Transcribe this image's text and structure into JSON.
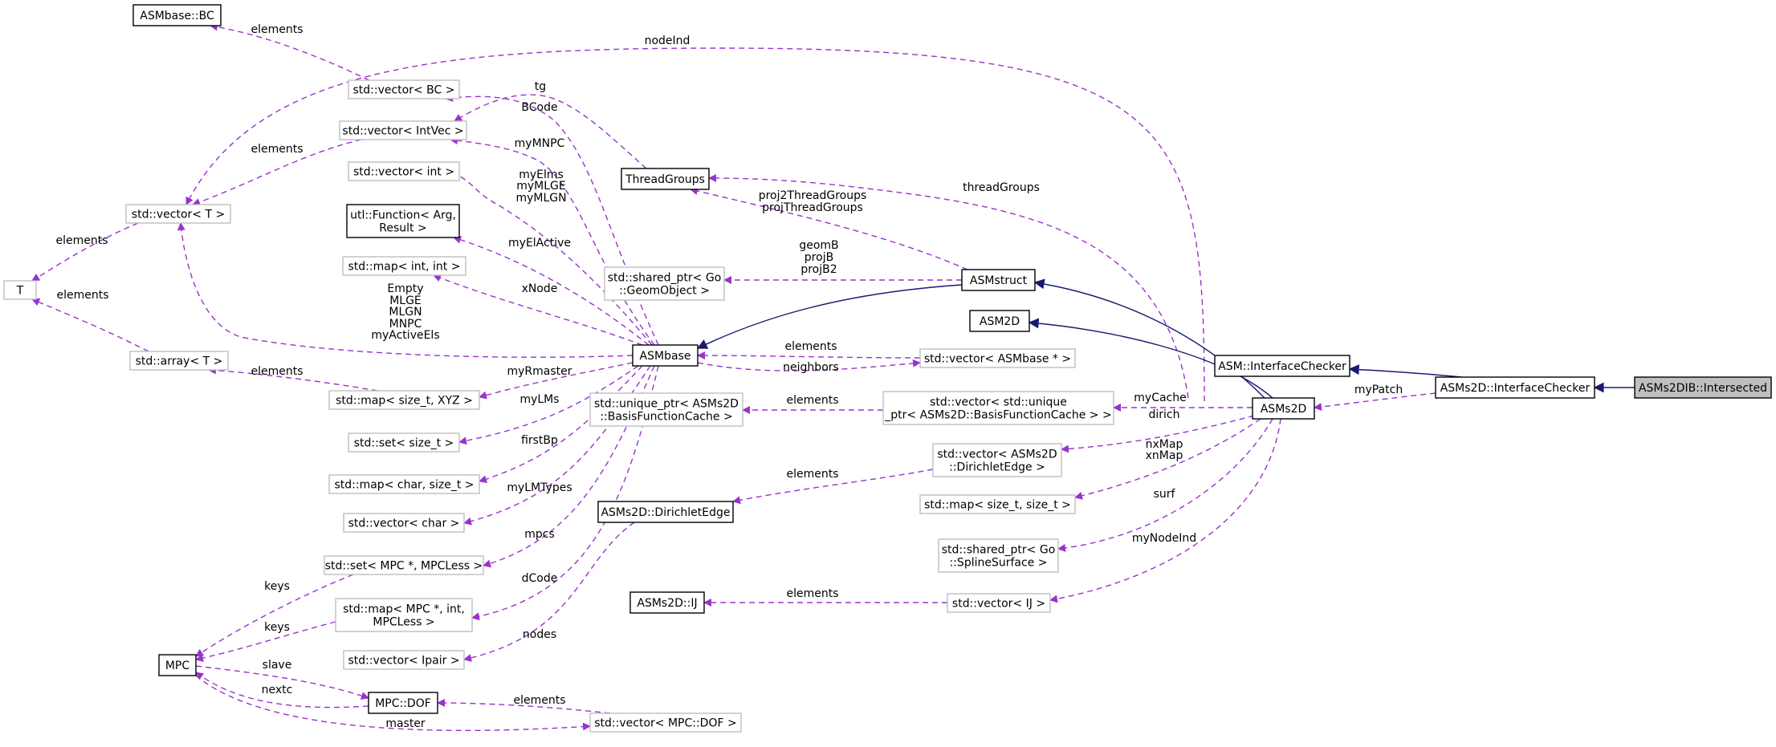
{
  "diagram": {
    "nodes": [
      {
        "id": "asmbase_bc",
        "label": [
          "ASMbase::BC"
        ],
        "style": "strong"
      },
      {
        "id": "vec_bc",
        "label": [
          "std::vector< BC >"
        ],
        "style": "light"
      },
      {
        "id": "vec_intvec",
        "label": [
          "std::vector< IntVec >"
        ],
        "style": "light"
      },
      {
        "id": "vec_int",
        "label": [
          "std::vector< int >"
        ],
        "style": "light"
      },
      {
        "id": "vec_T",
        "label": [
          "std::vector< T >"
        ],
        "style": "light"
      },
      {
        "id": "utl_function",
        "label": [
          "utl::Function< Arg,",
          "Result >"
        ],
        "style": "strong"
      },
      {
        "id": "map_int_int",
        "label": [
          "std::map< int, int >"
        ],
        "style": "light"
      },
      {
        "id": "T",
        "label": [
          "T"
        ],
        "style": "light"
      },
      {
        "id": "array_T",
        "label": [
          "std::array< T >"
        ],
        "style": "light"
      },
      {
        "id": "map_sizet_xyz",
        "label": [
          "std::map< size_t, XYZ >"
        ],
        "style": "light"
      },
      {
        "id": "set_sizet",
        "label": [
          "std::set< size_t >"
        ],
        "style": "light"
      },
      {
        "id": "map_char_sizet",
        "label": [
          "std::map< char, size_t >"
        ],
        "style": "light"
      },
      {
        "id": "vec_char",
        "label": [
          "std::vector< char >"
        ],
        "style": "light"
      },
      {
        "id": "set_mpc",
        "label": [
          "std::set< MPC *, MPCLess >"
        ],
        "style": "light"
      },
      {
        "id": "map_mpc_int",
        "label": [
          "std::map< MPC *, int,",
          "MPCLess >"
        ],
        "style": "light"
      },
      {
        "id": "vec_ipair",
        "label": [
          "std::vector< Ipair >"
        ],
        "style": "light"
      },
      {
        "id": "MPC",
        "label": [
          "MPC"
        ],
        "style": "strong"
      },
      {
        "id": "mpc_dof",
        "label": [
          "MPC::DOF"
        ],
        "style": "strong"
      },
      {
        "id": "vec_mpc_dof",
        "label": [
          "std::vector< MPC::DOF >"
        ],
        "style": "light"
      },
      {
        "id": "threadgroups",
        "label": [
          "ThreadGroups"
        ],
        "style": "strong"
      },
      {
        "id": "sp_geomobject",
        "label": [
          "std::shared_ptr< Go",
          "::GeomObject >"
        ],
        "style": "light"
      },
      {
        "id": "asmstruct",
        "label": [
          "ASMstruct"
        ],
        "style": "strong"
      },
      {
        "id": "asm2d",
        "label": [
          "ASM2D"
        ],
        "style": "strong"
      },
      {
        "id": "asmbase",
        "label": [
          "ASMbase"
        ],
        "style": "strong"
      },
      {
        "id": "vec_asmbase_ptr",
        "label": [
          "std::vector< ASMbase * >"
        ],
        "style": "light"
      },
      {
        "id": "up_bfcache",
        "label": [
          "std::unique_ptr< ASMs2D",
          "::BasisFunctionCache >"
        ],
        "style": "light"
      },
      {
        "id": "vec_up_bfcache",
        "label": [
          "std::vector< std::unique",
          "_ptr< ASMs2D::BasisFunctionCache > >"
        ],
        "style": "light"
      },
      {
        "id": "dirichletedge",
        "label": [
          "ASMs2D::DirichletEdge"
        ],
        "style": "strong"
      },
      {
        "id": "vec_dirichletedge",
        "label": [
          "std::vector< ASMs2D",
          "::DirichletEdge >"
        ],
        "style": "light"
      },
      {
        "id": "map_sizet_sizet",
        "label": [
          "std::map< size_t, size_t >"
        ],
        "style": "light"
      },
      {
        "id": "sp_splinesurface",
        "label": [
          "std::shared_ptr< Go",
          "::SplineSurface >"
        ],
        "style": "light"
      },
      {
        "id": "asms2d_ij",
        "label": [
          "ASMs2D::IJ"
        ],
        "style": "strong"
      },
      {
        "id": "vec_ij",
        "label": [
          "std::vector< IJ >"
        ],
        "style": "light"
      },
      {
        "id": "asm_interfacechecker",
        "label": [
          "ASM::InterfaceChecker"
        ],
        "style": "strong"
      },
      {
        "id": "asms2d",
        "label": [
          "ASMs2D"
        ],
        "style": "strong"
      },
      {
        "id": "asms2d_interfacechecker",
        "label": [
          "ASMs2D::InterfaceChecker"
        ],
        "style": "strong"
      },
      {
        "id": "asms2dib_intersected",
        "label": [
          "ASMs2DIB::Intersected"
        ],
        "style": "hl"
      }
    ],
    "edges": [
      {
        "id": "e_vecbc_asmbasebc",
        "kind": "usage",
        "label": [
          "elements"
        ]
      },
      {
        "id": "e_asms2d_vecT",
        "kind": "usage",
        "label": [
          "nodeInd"
        ]
      },
      {
        "id": "e_threadgroups_vecintvec",
        "kind": "usage",
        "label": [
          "tg"
        ]
      },
      {
        "id": "e_asmbase_vecbc",
        "kind": "usage",
        "label": [
          "BCode"
        ]
      },
      {
        "id": "e_vecintvec_vecT",
        "kind": "usage",
        "label": [
          "elements"
        ]
      },
      {
        "id": "e_asmbase_vecintvec",
        "kind": "usage",
        "label": [
          "myMNPC"
        ]
      },
      {
        "id": "e_asmbase_vecint",
        "kind": "usage",
        "label": [
          "myElms",
          "myMLGE",
          "myMLGN"
        ]
      },
      {
        "id": "e_vecT_T",
        "kind": "usage",
        "label": [
          "elements"
        ]
      },
      {
        "id": "e_asmbase_utlfunction",
        "kind": "usage",
        "label": [
          "myElActive"
        ]
      },
      {
        "id": "e_asmbase_mapintint",
        "kind": "usage",
        "label": [
          "xNode"
        ]
      },
      {
        "id": "e_asmbase_vecT",
        "kind": "usage",
        "label": [
          "Empty",
          "MLGE",
          "MLGN",
          "MNPC",
          "myActiveEls"
        ]
      },
      {
        "id": "e_arrayT_T",
        "kind": "usage",
        "label": [
          "elements"
        ]
      },
      {
        "id": "e_mapsizetxyz_arrayT",
        "kind": "usage",
        "label": [
          "elements"
        ]
      },
      {
        "id": "e_asmbase_mapsizetxyz",
        "kind": "usage",
        "label": [
          "myRmaster"
        ]
      },
      {
        "id": "e_asmbase_setsizet",
        "kind": "usage",
        "label": [
          "myLMs"
        ]
      },
      {
        "id": "e_asmbase_mapcharsizet",
        "kind": "usage",
        "label": [
          "firstBp"
        ]
      },
      {
        "id": "e_asmbase_vecchar",
        "kind": "usage",
        "label": [
          "myLMTypes"
        ]
      },
      {
        "id": "e_asmbase_setmpc",
        "kind": "usage",
        "label": [
          "mpcs"
        ]
      },
      {
        "id": "e_asmbase_mapmpcint",
        "kind": "usage",
        "label": [
          "dCode"
        ]
      },
      {
        "id": "e_setmpc_MPC",
        "kind": "usage",
        "label": [
          "keys"
        ]
      },
      {
        "id": "e_mapmpcint_MPC",
        "kind": "usage",
        "label": [
          "keys"
        ]
      },
      {
        "id": "e_dirichletedge_vecipair",
        "kind": "usage",
        "label": [
          "nodes"
        ]
      },
      {
        "id": "e_MPC_mpcdof",
        "kind": "usage",
        "label": [
          "slave"
        ]
      },
      {
        "id": "e_mpcdof_MPC",
        "kind": "usage",
        "label": [
          "nextc"
        ]
      },
      {
        "id": "e_vecmpcdof_mpcdof",
        "kind": "usage",
        "label": [
          "elements"
        ]
      },
      {
        "id": "e_MPC_vecmpcdof",
        "kind": "usage",
        "label": [
          "master"
        ]
      },
      {
        "id": "e_asms2d_threadgroups",
        "kind": "usage",
        "label": [
          "threadGroups"
        ]
      },
      {
        "id": "e_asmstruct_threadgroups",
        "kind": "usage",
        "label": [
          "proj2ThreadGroups",
          "projThreadGroups"
        ]
      },
      {
        "id": "e_asmstruct_spgeom",
        "kind": "usage",
        "label": [
          "geomB",
          "projB",
          "projB2"
        ]
      },
      {
        "id": "e_asmstruct_asmbase",
        "kind": "inherit",
        "label": []
      },
      {
        "id": "e_asm2d_asms2d",
        "kind": "inherit",
        "label": []
      },
      {
        "id": "e_asmstruct_asms2d",
        "kind": "inherit",
        "label": []
      },
      {
        "id": "e_vecasmbaseptr_asmbase",
        "kind": "usage",
        "label": [
          "elements"
        ]
      },
      {
        "id": "e_asmbase_vecasmbaseptr",
        "kind": "usage",
        "label": [
          "neighbors"
        ]
      },
      {
        "id": "e_vecupbf_upbf",
        "kind": "usage",
        "label": [
          "elements"
        ]
      },
      {
        "id": "e_asms2d_vecupbf",
        "kind": "usage",
        "label": [
          "myCache"
        ]
      },
      {
        "id": "e_asms2d_vecdirichletedge",
        "kind": "usage",
        "label": [
          "dirich"
        ]
      },
      {
        "id": "e_vecdirichletedge_dirichletedge",
        "kind": "usage",
        "label": [
          "elements"
        ]
      },
      {
        "id": "e_asms2d_mapsizetsizet",
        "kind": "usage",
        "label": [
          "nxMap",
          "xnMap"
        ]
      },
      {
        "id": "e_asms2d_spsurf",
        "kind": "usage",
        "label": [
          "surf"
        ]
      },
      {
        "id": "e_asms2d_vecij",
        "kind": "usage",
        "label": [
          "myNodeInd"
        ]
      },
      {
        "id": "e_vecij_ij",
        "kind": "usage",
        "label": [
          "elements"
        ]
      },
      {
        "id": "e_asmic_asms2dic",
        "kind": "inherit",
        "label": []
      },
      {
        "id": "e_asms2dic_asms2d",
        "kind": "usage",
        "label": [
          "myPatch"
        ]
      },
      {
        "id": "e_asms2dic_intersected",
        "kind": "inherit",
        "label": []
      }
    ]
  }
}
